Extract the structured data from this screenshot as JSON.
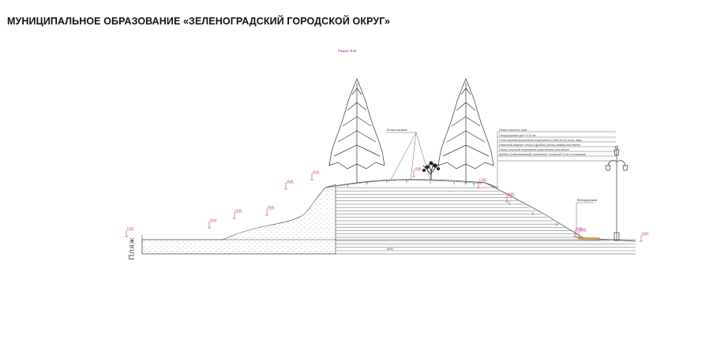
{
  "page": {
    "title": "МУНИЦИПАЛЬНОЕ ОБРАЗОВАНИЕ «ЗЕЛЕНОГРАДСКИЙ ГОРОДСКОЙ ОКРУГ»"
  },
  "drawing": {
    "section_label": "Разрез В-В",
    "beach_label": "Пляж",
    "callout_left": "Колья ивовые",
    "callout_right": "Велодорожка",
    "legend_lines": [
      "Посев газонных трав",
      "Плодородный грунт 5-10 см",
      "Сетка противоэрозионная георешетка 0,40х0,40 м (толщ. 4мм)",
      "Насыпной андезит, песок с дробью (песок-гравий) или аналог",
      "Плиты откосной георешетки (скрепление) или аналог",
      "Щебень (известняковый) гранитный, толщиной 0,3 м в основании"
    ],
    "elevations": [
      "+7,50",
      "+9,20",
      "+8,40",
      "+9,55",
      "+7,30",
      "+6,80",
      "+5,90",
      "+4,30",
      "+3,10",
      "+2,80",
      "+1,50",
      "+2,80"
    ],
    "dimension": "5000",
    "colors": {
      "line": "#2b2b2b",
      "magenta": "#b0107a",
      "green": "#2fb53a",
      "blue": "#3a4fc4",
      "sand": "#c8a15a"
    }
  }
}
